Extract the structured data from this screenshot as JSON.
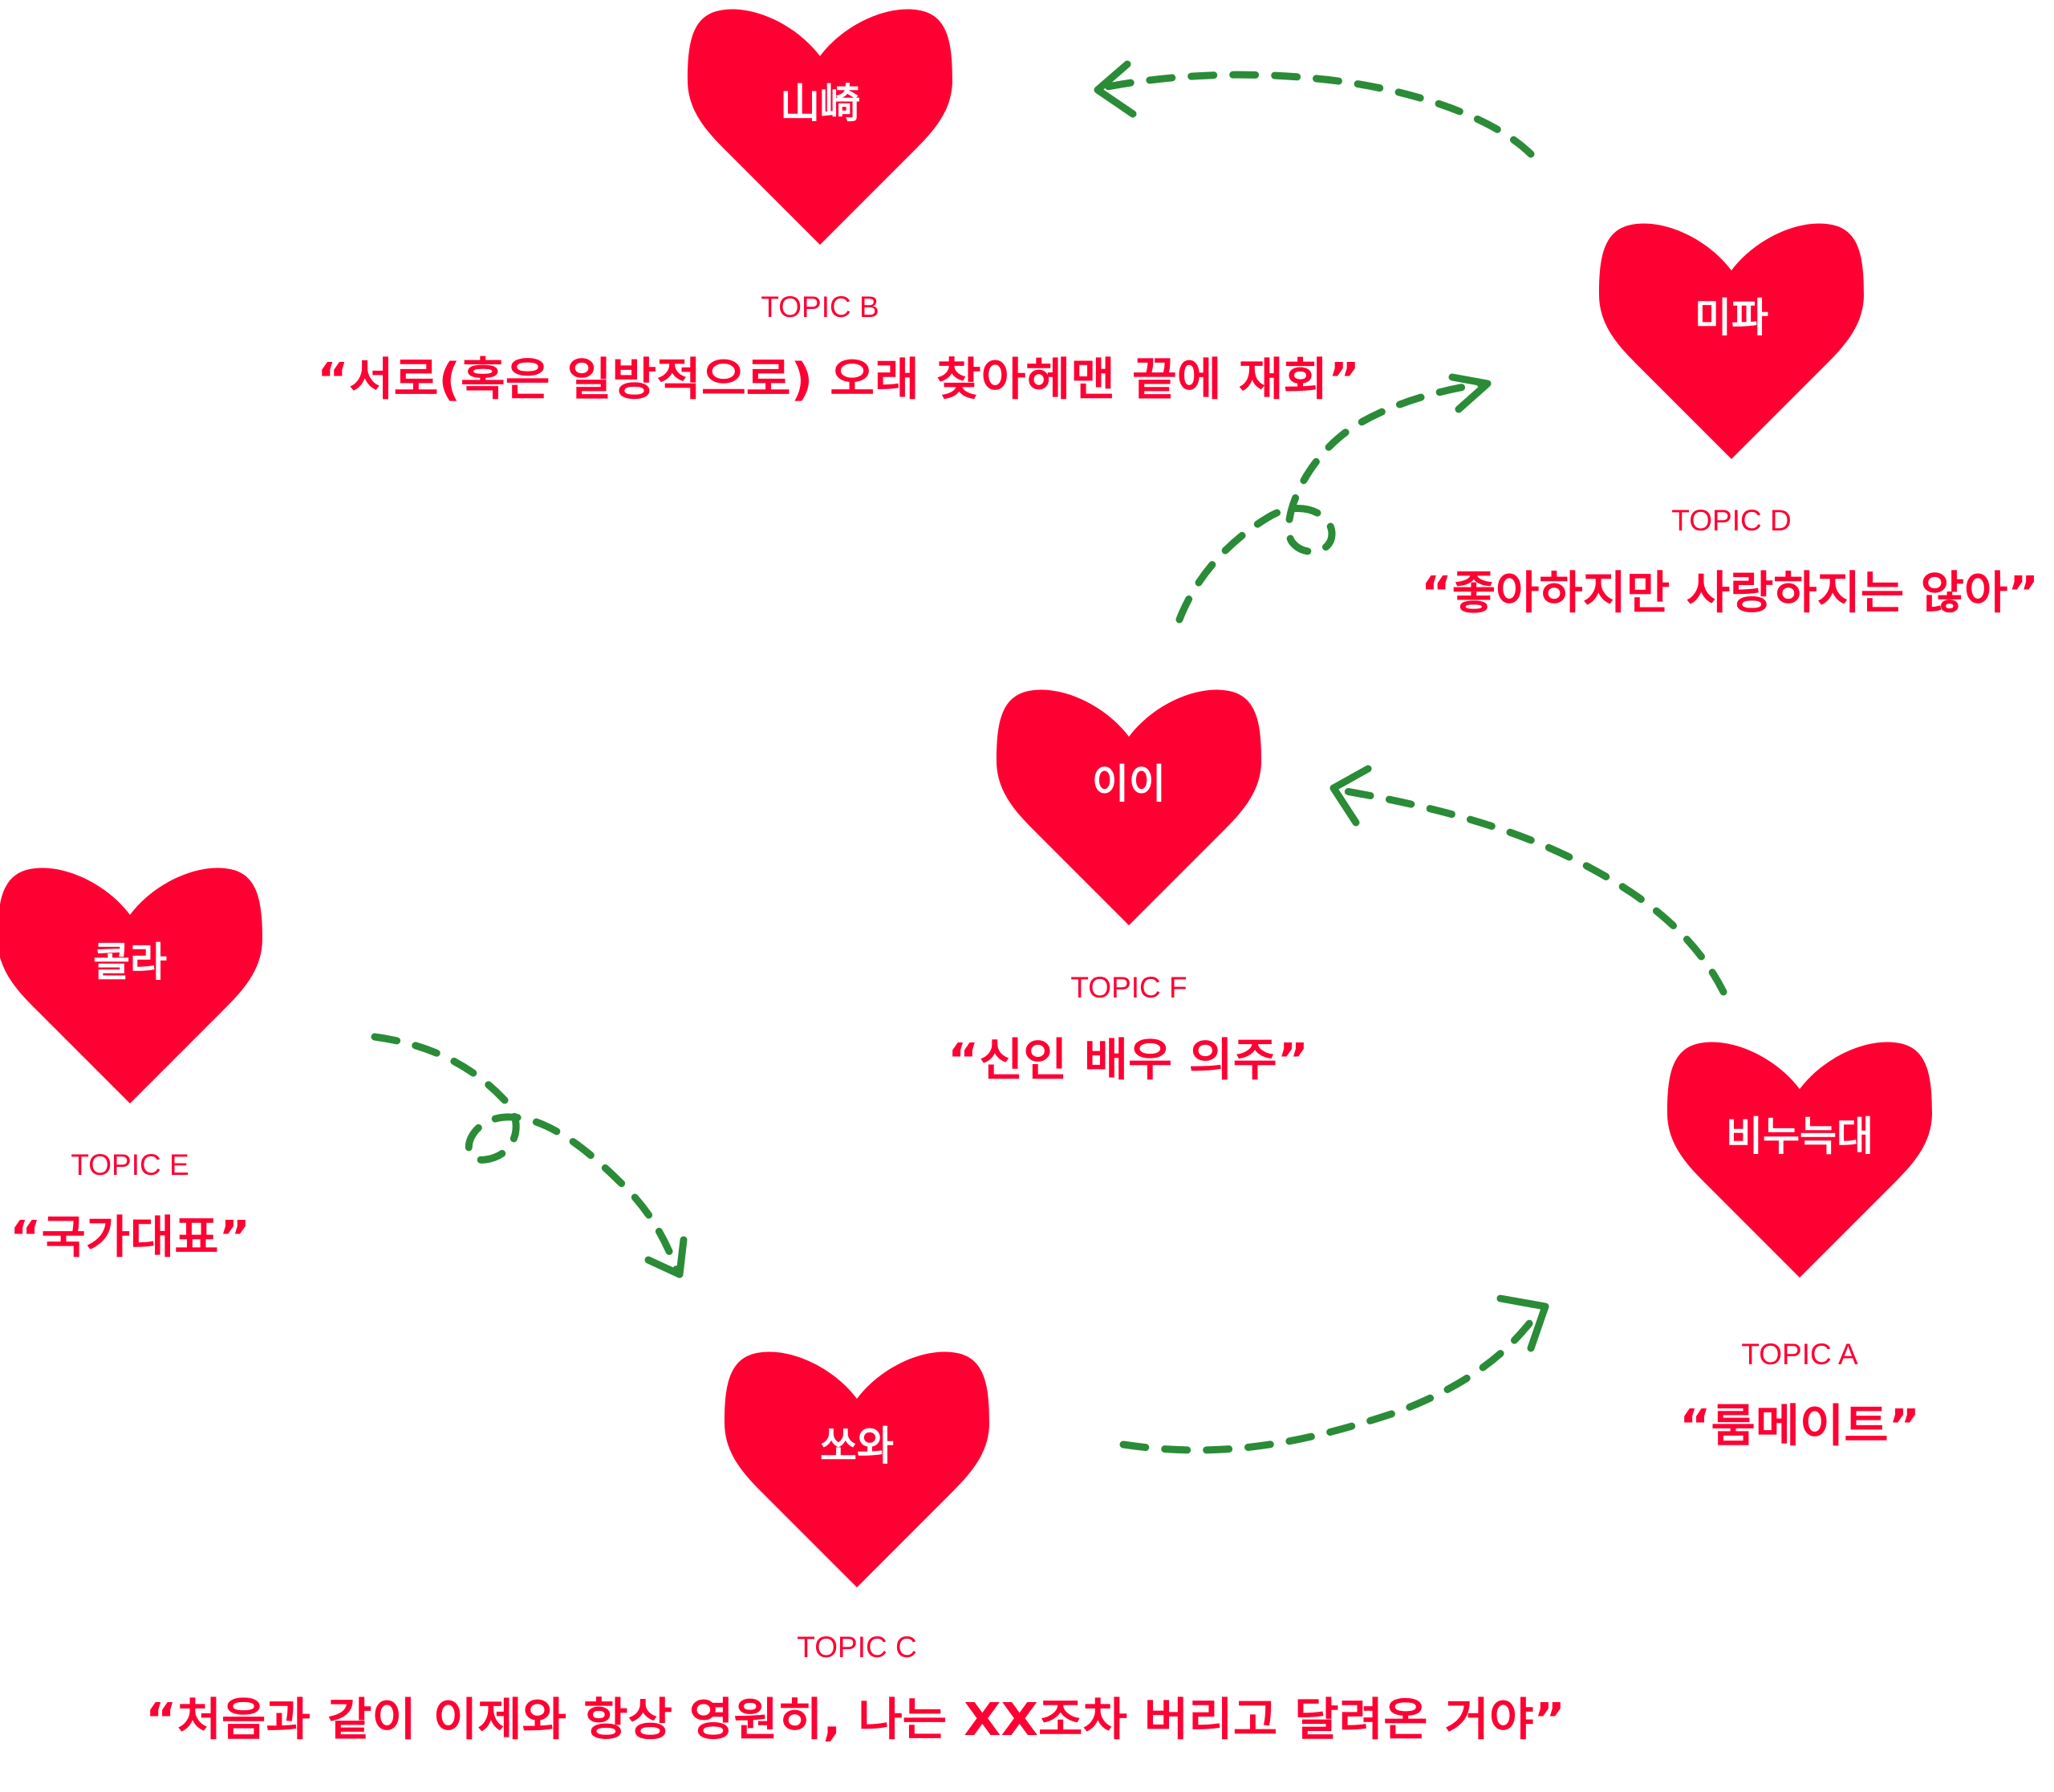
{
  "colors": {
    "heart": "#ff0033",
    "text": "#ff0033",
    "heart_label": "#ffffff",
    "arrow": "#2a8c36"
  },
  "nodes": {
    "b": {
      "name": "山崎",
      "topic": "TOPIC B",
      "quote": "“서로(혹은 일방적으로) 오래 찾아헤맨 끝에 재회”"
    },
    "d": {
      "name": "미파",
      "topic": "TOPIC D",
      "quote": "“좋아하지만 사랑하지는 않아”"
    },
    "f": {
      "name": "이이",
      "topic": "TOPIC F",
      "quote": "“신인 배우 의주”"
    },
    "e": {
      "name": "콜라",
      "topic": "TOPIC E",
      "quote": "“국가대표”"
    },
    "a": {
      "name": "비누늑대",
      "topic": "TOPIC A",
      "quote": "“룸메이트”"
    },
    "c": {
      "name": "쏘와",
      "topic": "TOPIC C",
      "quote": "“처음과 같이 이제와 항상 영원히, 나는 XX조차 버리고 달려온 거야”"
    }
  },
  "connections": [
    {
      "from": "e",
      "to": "c",
      "style": "dashed-loop",
      "icon": "arrow-right-icon"
    },
    {
      "from": "c",
      "to": "a",
      "style": "dashed",
      "icon": "arrow-right-icon"
    },
    {
      "from": "a",
      "to": "f",
      "style": "dashed",
      "icon": "arrow-left-icon"
    },
    {
      "from": "f",
      "to": "d",
      "style": "dashed-loop",
      "icon": "arrow-right-icon"
    },
    {
      "from": "d",
      "to": "b",
      "style": "dashed",
      "icon": "arrow-left-icon"
    }
  ]
}
